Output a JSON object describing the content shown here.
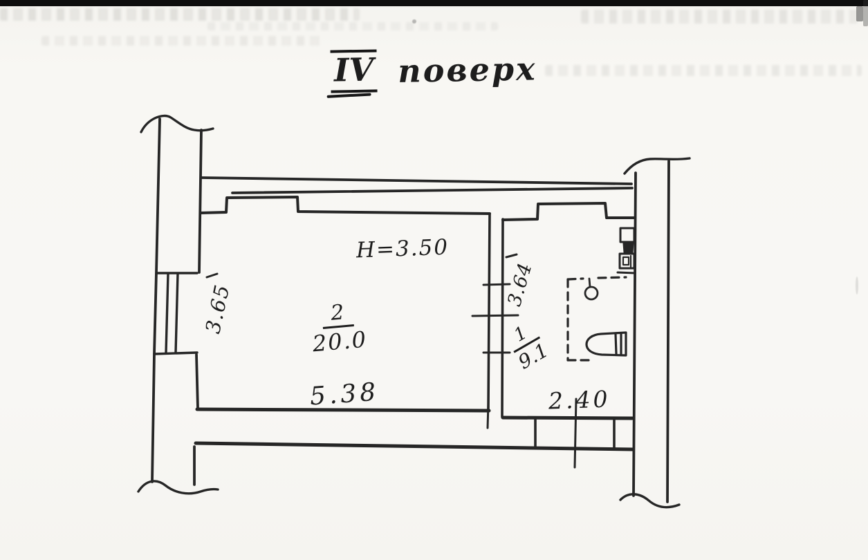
{
  "page": {
    "paper_color": "#f8f7f4",
    "ink_color": "#262626",
    "scanner_bar_color": "#0e0e0e"
  },
  "title": {
    "floor_roman": "IV",
    "floor_word": "поверх"
  },
  "plan": {
    "ceiling_height_label": "H=3.50",
    "rooms": [
      {
        "number": "2",
        "area": "20.0",
        "width": "5.38",
        "depth": "3.65"
      },
      {
        "number": "1",
        "area": "9.1",
        "width": "2.40",
        "depth": "3.64"
      }
    ],
    "fixture_icons": [
      "window-icon",
      "toilet-icon",
      "sink-icon",
      "water-heater-icon",
      "shower-zone-dashed-outline",
      "shower-head-circle-icon",
      "wall-break-squiggle-icon"
    ]
  },
  "artifacts": {
    "top_scanner_bar": true,
    "bleedthrough_text_rows": 5
  }
}
